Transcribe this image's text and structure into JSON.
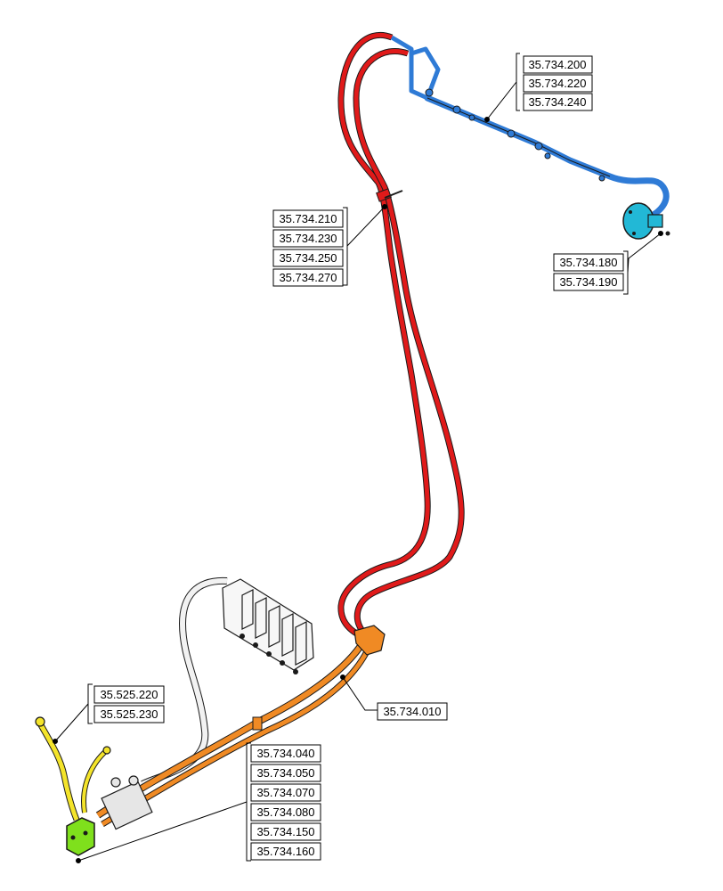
{
  "colors": {
    "pressure_hose": "#e01a1a",
    "return_line": "#2f7bd6",
    "steering_unit": "#22b8d6",
    "feed_hose": "#f08a24",
    "pilot_hose": "#f4e42a",
    "priority_valve": "#7fe01c",
    "control_valve_hose": "#f2f2f2",
    "outline": "#1a1a1a"
  },
  "callouts": {
    "return_group": [
      "35.734.200",
      "35.734.220",
      "35.734.240"
    ],
    "pressure_group": [
      "35.734.210",
      "35.734.230",
      "35.734.250",
      "35.734.270"
    ],
    "steering_group": [
      "35.734.180",
      "35.734.190"
    ],
    "feed_group": [
      "35.734.010"
    ],
    "pilot_group": [
      "35.525.220",
      "35.525.230"
    ],
    "valve_group": [
      "35.734.040",
      "35.734.050",
      "35.734.070",
      "35.734.080",
      "35.734.150",
      "35.734.160"
    ]
  }
}
